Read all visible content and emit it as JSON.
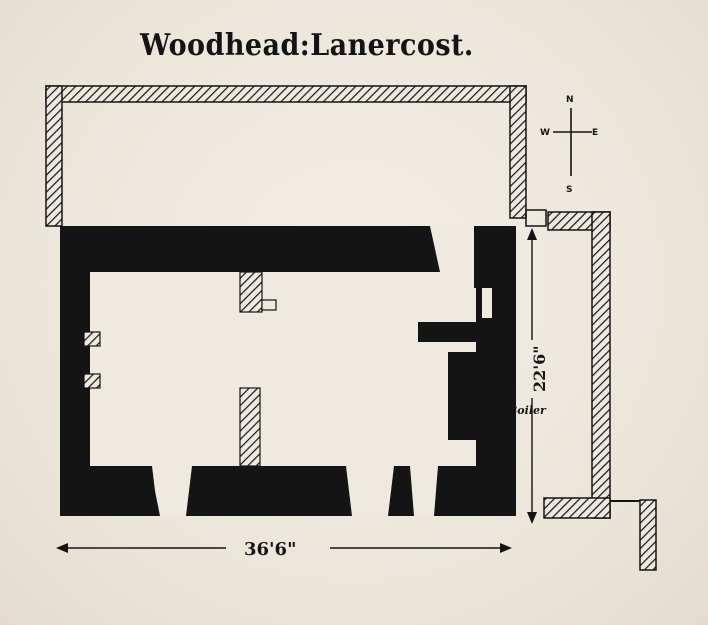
{
  "diagram": {
    "title": "Woodhead:Lanercost.",
    "dimensions": {
      "width_label": "36'6\"",
      "depth_label": "22'6\""
    },
    "compass": {
      "north": "N",
      "south": "S",
      "east": "E",
      "west": "W"
    },
    "annotations": {
      "boiler": "Boiler"
    },
    "colors": {
      "ink": "#141414",
      "paper": "#efeae0"
    }
  }
}
